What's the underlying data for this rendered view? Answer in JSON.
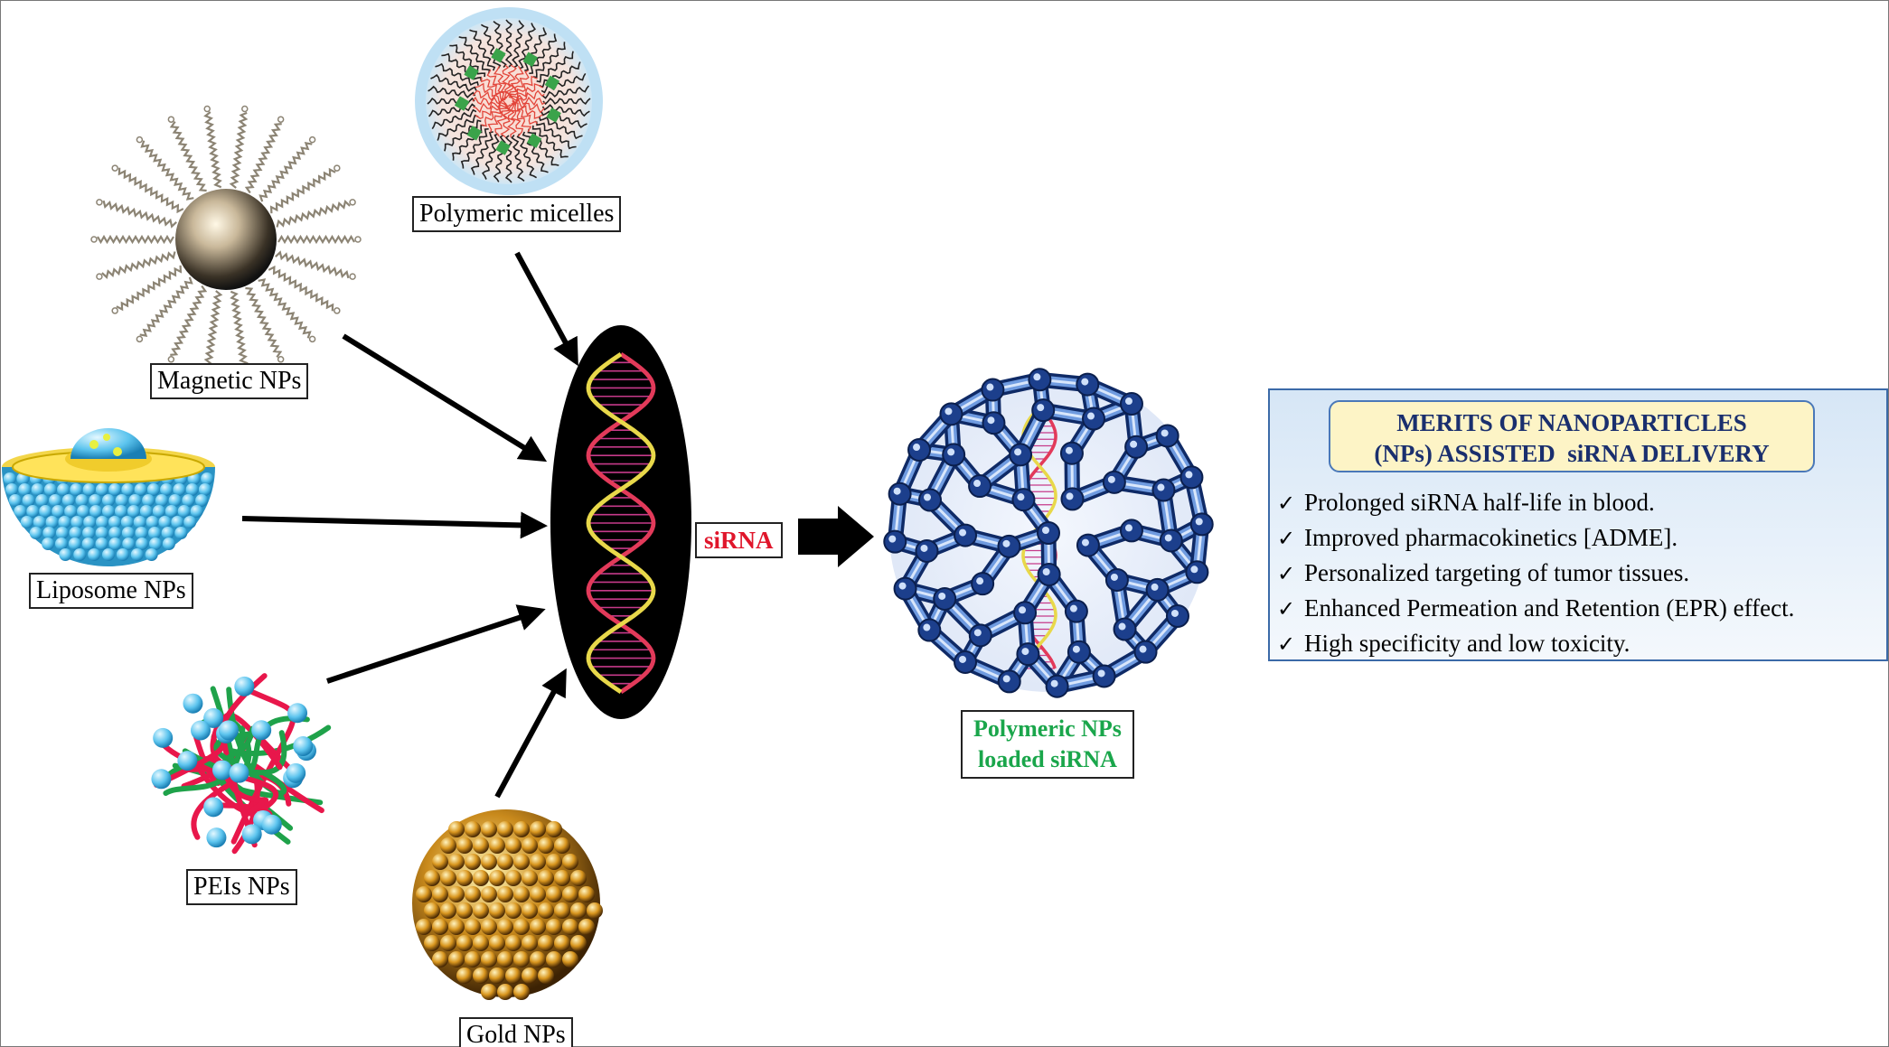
{
  "labels": {
    "polymeric_micelles": "Polymeric micelles",
    "magnetic_nps": "Magnetic NPs",
    "liposome_nps": "Liposome NPs",
    "peis_nps": "PEIs NPs",
    "gold_nps": "Gold NPs",
    "sirna": "siRNA",
    "loaded_line1": "Polymeric NPs",
    "loaded_line2": "loaded siRNA"
  },
  "merits": {
    "title_line1": "MERITS OF NANOPARTICLES",
    "title_line2": "(NPs) ASSISTED  siRNA DELIVERY",
    "items": [
      "Prolonged siRNA half-life in blood.",
      "Improved pharmacokinetics [ADME].",
      "Personalized targeting of tumor tissues.",
      "Enhanced Permeation and Retention (EPR) effect.",
      "High specificity and low toxicity."
    ],
    "check_glyph": "✓"
  },
  "colors": {
    "sirna_red": "#e0162b",
    "loaded_green": "#1aa64b",
    "merits_title_navy": "#1a2f6e",
    "merits_border": "#3b6aa8",
    "helix_red": "#e23a5a",
    "helix_yellow": "#e8d84a"
  }
}
